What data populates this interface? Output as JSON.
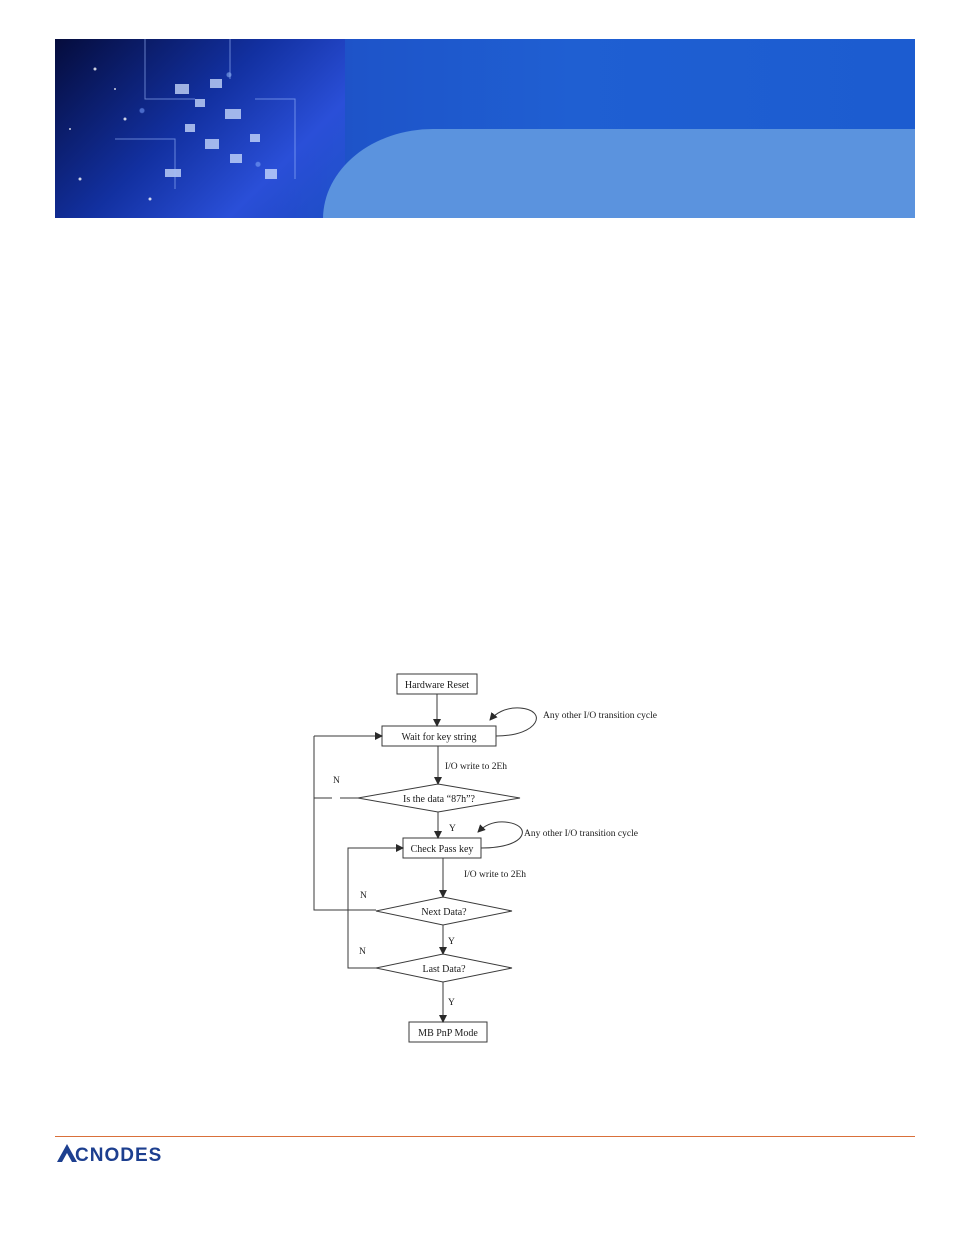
{
  "header": {
    "banner_description_icon": "circuit-board-banner"
  },
  "flowchart": {
    "nodes": {
      "hardware_reset": "Hardware Reset",
      "wait_key_string": "Wait for key string",
      "is_data_87h": "Is the data “87h”?",
      "check_pass_key": "Check Pass key",
      "next_data": "Next Data?",
      "last_data": "Last Data?",
      "mb_pnp_mode": "MB PnP Mode"
    },
    "labels": {
      "other_io_1": "Any other I/O transition cycle",
      "other_io_2": "Any other I/O transition cycle",
      "io_write_1": "I/O write to 2Eh",
      "io_write_2": "I/O write to 2Eh",
      "n1": "N",
      "n2": "N",
      "n3": "N",
      "y1": "Y",
      "y2": "Y",
      "y3": "Y"
    }
  },
  "footer": {
    "logo_text": "ACNODES",
    "rule_color": "#d9703a",
    "logo_color": "#1d3f8f"
  }
}
